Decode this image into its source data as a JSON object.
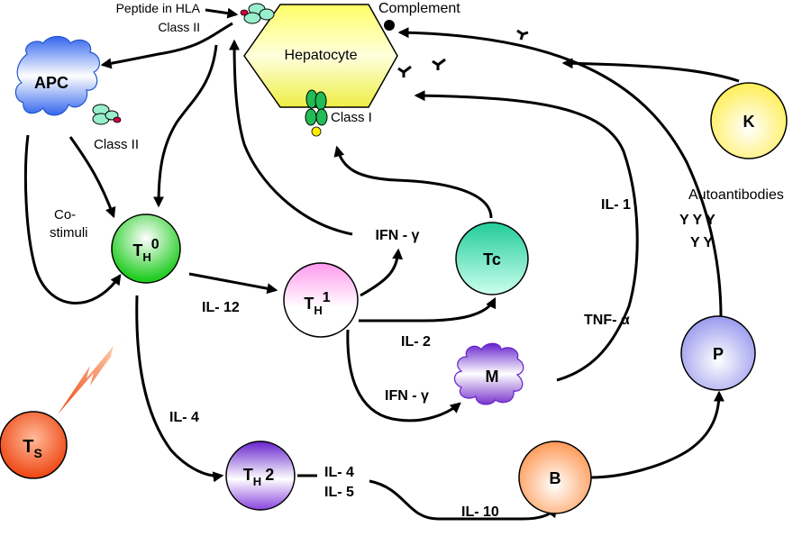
{
  "labels": {
    "peptide_hla_line1": "Peptide in HLA",
    "peptide_hla_line2": "Class II",
    "complement": "Complement",
    "class_ii": "Class II",
    "class_i": "Class I",
    "co_stimuli_line1": "Co-",
    "co_stimuli_line2": "stimuli",
    "ifn_gamma_top": "IFN - γ",
    "ifn_gamma_bottom": "IFN - γ",
    "il12": "IL- 12",
    "il2": "IL- 2",
    "il4_left": "IL- 4",
    "il4_right": "IL- 4",
    "il5": "IL- 5",
    "il10": "IL- 10",
    "il1": "IL- 1",
    "tnf_alpha": "TNF- α",
    "autoantibodies": "Autoantibodies",
    "y_row1": "Y Y Y",
    "y_row2": "Y Y"
  },
  "nodes": {
    "hepatocyte": "Hepatocyte",
    "apc": "APC",
    "th0_main": "T",
    "th0_sub": "H",
    "th0_sup": "0",
    "th1_main": "T",
    "th1_sub": "H",
    "th1_sup": "1",
    "th2_main": "T",
    "th2_sub": "H",
    "th2_num": "2",
    "tc": "Tc",
    "m": "M",
    "ts_main": "T",
    "ts_sub": "S",
    "b": "B",
    "p": "P",
    "k": "K"
  },
  "colors": {
    "hepatocyte": "#ffff66",
    "apc": "#3366ee",
    "th0": "#22cc22",
    "th1": "#ffaaee",
    "tc": "#22cc99",
    "m": "#6622cc",
    "th2": "#6622cc",
    "ts": "#ee4411",
    "b": "#ff9955",
    "p": "#9999ee",
    "k": "#ffee66",
    "class_ii_mol": "#99eecc",
    "class_ii_peptide": "#cc0044",
    "class_i_mol": "#22bb55",
    "class_i_peptide": "#ffee00"
  }
}
